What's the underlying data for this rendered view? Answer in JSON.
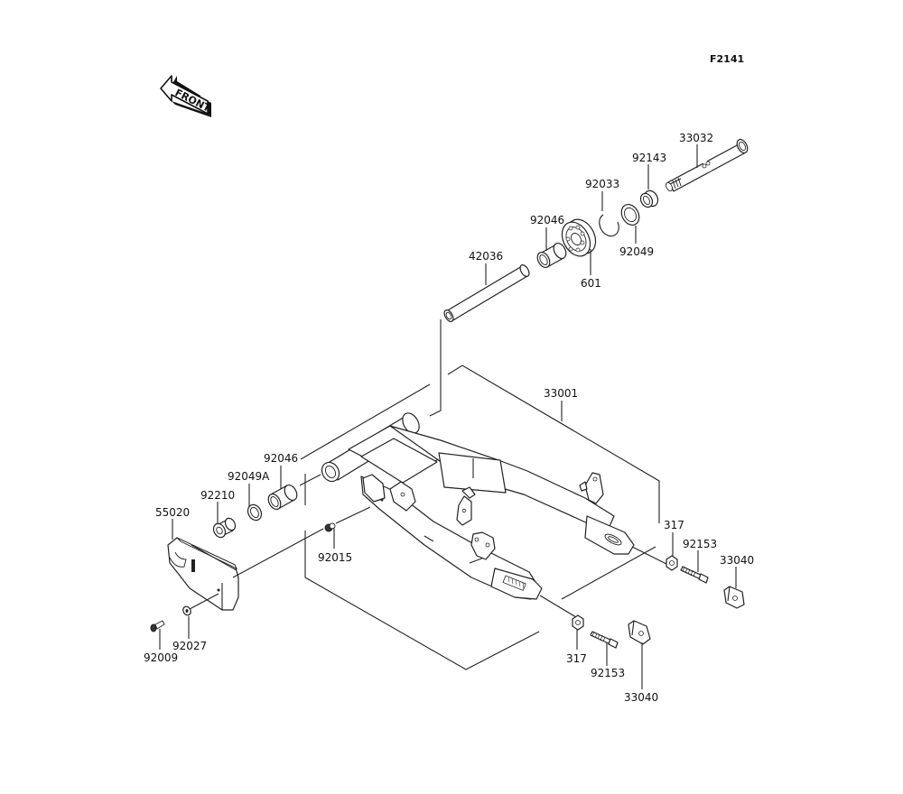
{
  "diagram": {
    "code": "F2141",
    "direction_indicator": "FRONT",
    "assembly_label": "33001",
    "parts": [
      {
        "id": "33032"
      },
      {
        "id": "92143"
      },
      {
        "id": "92033"
      },
      {
        "id": "92049"
      },
      {
        "id": "92046"
      },
      {
        "id": "601"
      },
      {
        "id": "42036"
      },
      {
        "id": "33001"
      },
      {
        "id": "92046"
      },
      {
        "id": "92049A"
      },
      {
        "id": "92210"
      },
      {
        "id": "55020"
      },
      {
        "id": "92015"
      },
      {
        "id": "92027"
      },
      {
        "id": "92009"
      },
      {
        "id": "317"
      },
      {
        "id": "92153"
      },
      {
        "id": "33040"
      },
      {
        "id": "317"
      },
      {
        "id": "92153"
      },
      {
        "id": "33040"
      }
    ]
  }
}
